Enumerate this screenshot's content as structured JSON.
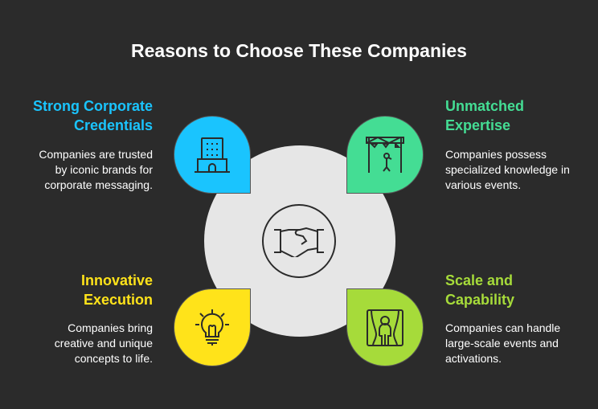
{
  "title": "Reasons to Choose These Companies",
  "center_icon": "handshake-icon",
  "items": [
    {
      "heading": "Strong Corporate Credentials",
      "text": "Companies are trusted by iconic brands for corporate messaging.",
      "color": "#1ac4fe",
      "icon": "office-building-icon"
    },
    {
      "heading": "Unmatched Expertise",
      "text": "Companies possess specialized knowledge in various events.",
      "color": "#44dd94",
      "icon": "stage-microphone-icon"
    },
    {
      "heading": "Innovative Execution",
      "text": "Companies bring creative and unique concepts to life.",
      "color": "#ffe31a",
      "icon": "lightbulb-icon"
    },
    {
      "heading": "Scale and Capability",
      "text": "Companies can handle large-scale events and activations.",
      "color": "#a6db3a",
      "icon": "theater-curtain-person-icon"
    }
  ]
}
